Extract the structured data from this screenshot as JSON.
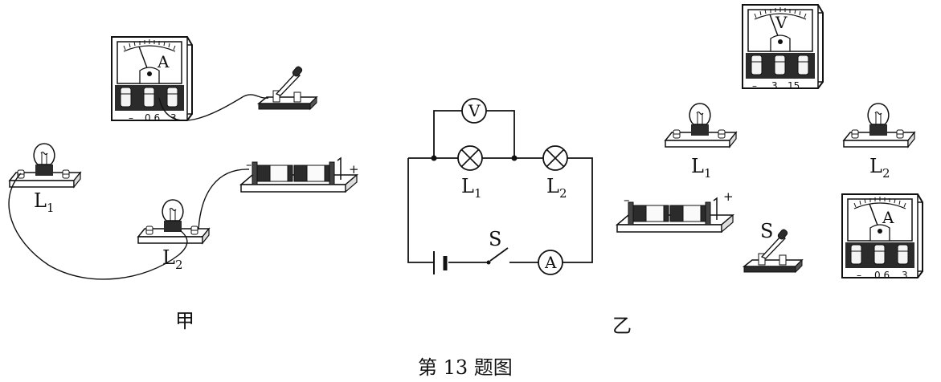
{
  "figure": {
    "caption": "第 13 题图",
    "part_a_label": "甲",
    "part_b_label": "乙"
  },
  "part_a": {
    "ammeter": {
      "letter": "A",
      "scale": [
        "–",
        "0.6",
        "3"
      ]
    },
    "bulb_1": {
      "letter": "L",
      "sub": "1"
    },
    "bulb_2": {
      "letter": "L",
      "sub": "2"
    },
    "battery": {
      "neg": "–",
      "pos": "+"
    }
  },
  "schematic": {
    "voltmeter": "V",
    "ammeter": "A",
    "switch": "S",
    "lamp_1": {
      "letter": "L",
      "sub": "1"
    },
    "lamp_2": {
      "letter": "L",
      "sub": "2"
    }
  },
  "part_b": {
    "voltmeter": {
      "letter": "V",
      "scale": [
        "–",
        "3",
        "15"
      ]
    },
    "bulb_1": {
      "letter": "L",
      "sub": "1"
    },
    "bulb_2": {
      "letter": "L",
      "sub": "2"
    },
    "battery": {
      "neg": "–",
      "pos": "+"
    },
    "switch": "S",
    "ammeter": {
      "letter": "A",
      "scale": [
        "–",
        "0.6",
        "3"
      ]
    }
  },
  "colors": {
    "ink": "#111111",
    "panel": "#ffffff",
    "dark_fill": "#2a2a2a",
    "board": "#f2f2f2"
  }
}
